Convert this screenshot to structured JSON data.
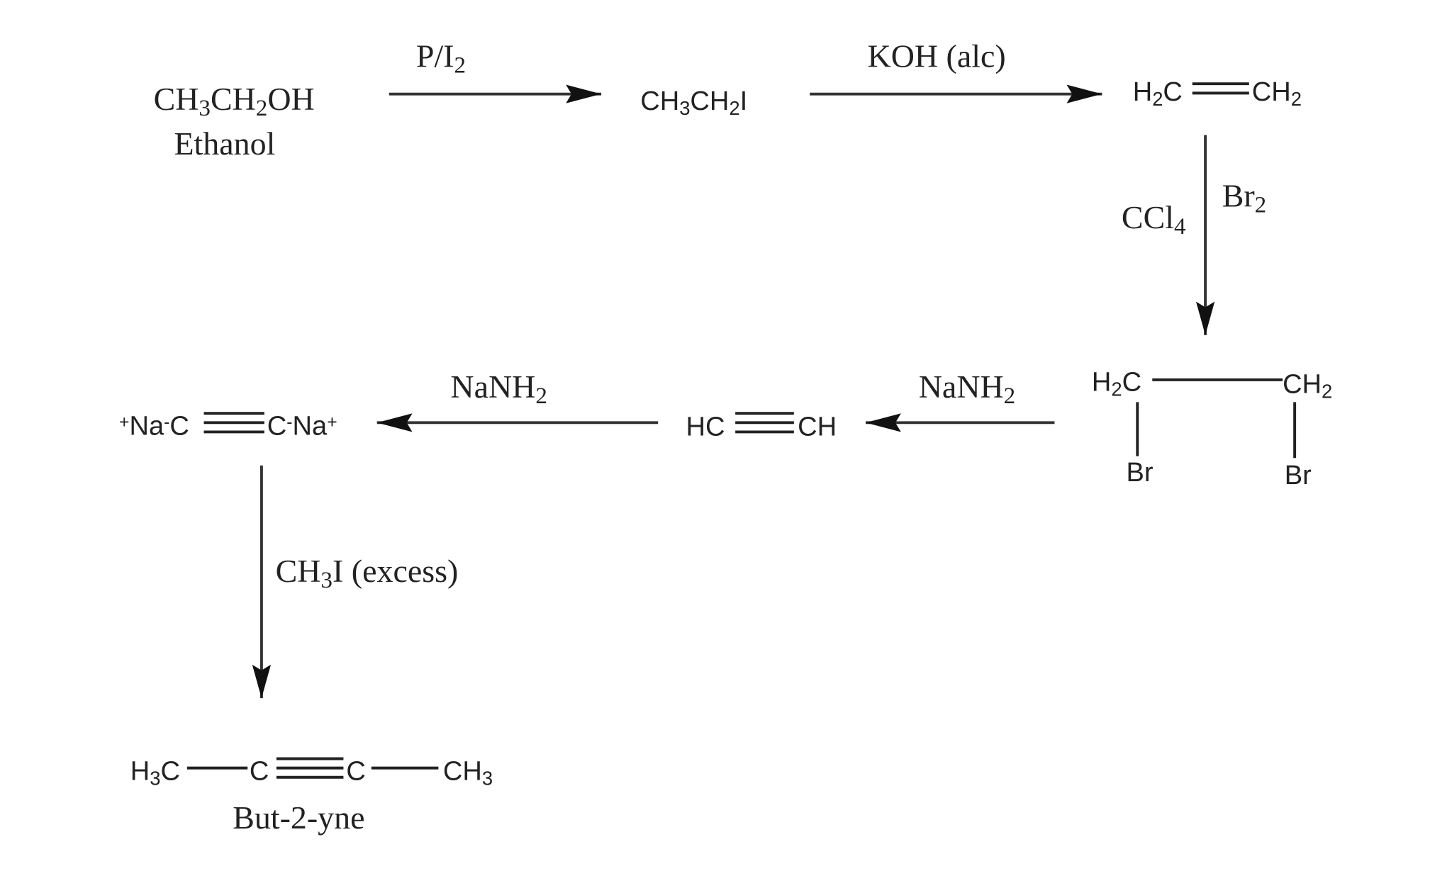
{
  "scheme": {
    "start": {
      "formula": "CH3CH2OH",
      "name": "Ethanol"
    },
    "step1": {
      "reagent": "P/I2",
      "product": "CH3CH2I"
    },
    "step2": {
      "reagent": "KOH (alc)",
      "product_left": "H2C",
      "product_right": "CH2"
    },
    "step3": {
      "reagent_right": "Br2",
      "reagent_left": "CCl4",
      "left_carbon": "H2C",
      "right_carbon": "CH2",
      "left_sub": "Br",
      "right_sub": "Br"
    },
    "step4": {
      "reagent": "NaNH2",
      "left_atom": "HC",
      "right_atom": "CH"
    },
    "step5": {
      "reagent": "NaNH2",
      "left_atom": "+Na-C",
      "right_atom": "C-Na+"
    },
    "step6": {
      "reagent": "CH3I (excess)",
      "atoms": [
        "H3C",
        "C",
        "C",
        "CH3"
      ],
      "name": "But-2-yne"
    }
  }
}
